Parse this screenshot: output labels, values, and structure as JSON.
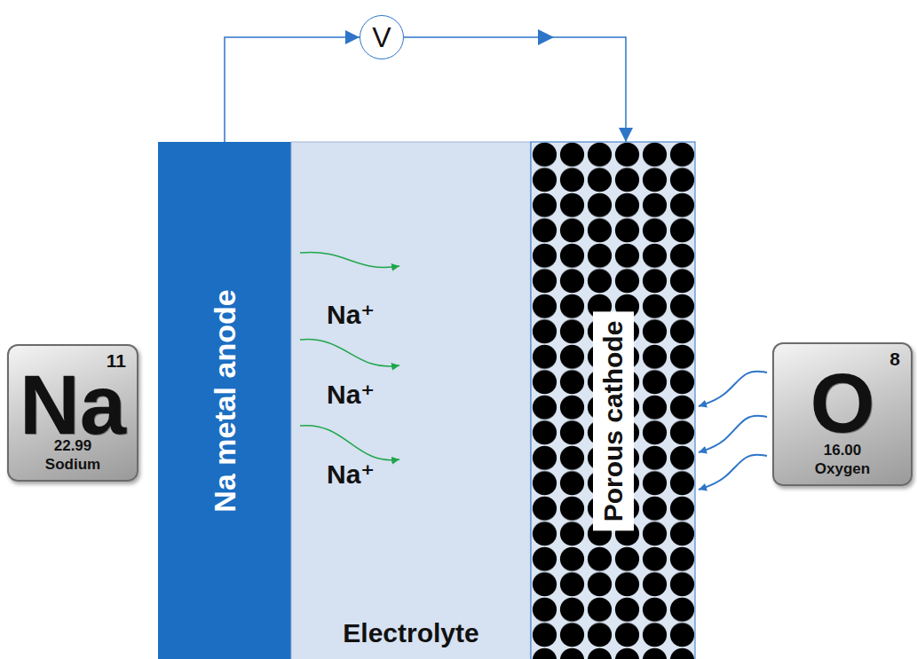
{
  "diagram": {
    "nodes": [
      {
        "text": [
          "11",
          "Na",
          "22.99",
          "Sodium"
        ]
      },
      {
        "text": [
          "Na metal anode"
        ]
      },
      {
        "text": [
          "V"
        ]
      },
      {
        "text": [
          "Electrolyte"
        ]
      },
      {
        "text": [
          "Porous cathode"
        ]
      },
      {
        "text": [
          "8",
          "O",
          "16.00",
          "Oxygen"
        ]
      }
    ],
    "edges": [
      {
        "from": 1,
        "to": 2,
        "arrow": "to"
      },
      {
        "from": 2,
        "to": 4,
        "arrow": "to"
      },
      {
        "from": 5,
        "to": 4,
        "arrow": "to"
      },
      {
        "from": 5,
        "to": 4,
        "arrow": "to"
      },
      {
        "from": 5,
        "to": 4,
        "arrow": "to"
      }
    ],
    "labels": [
      "Na⁺",
      "Na⁺",
      "Na⁺"
    ]
  }
}
